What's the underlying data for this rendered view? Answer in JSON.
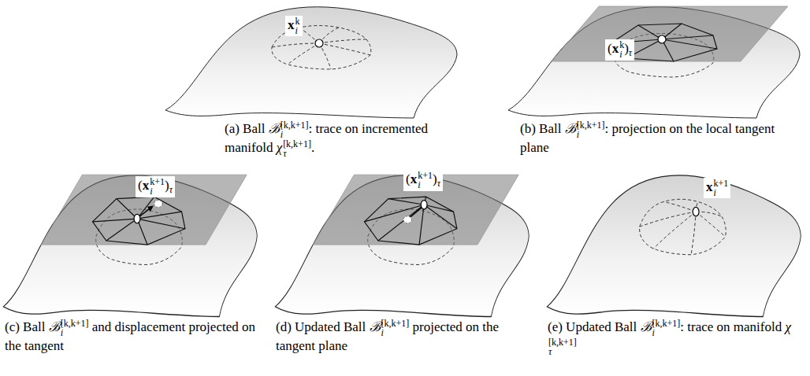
{
  "diagram": {
    "labels": [
      "x",
      "i",
      "k",
      "(a) Ball ",
      "ℬ",
      "i",
      "[k,k+1]",
      ": trace on incremented manifold ",
      "χ",
      "τ",
      "[k,k+1]",
      ".",
      "(",
      "x",
      "i",
      "k",
      ")",
      "τ",
      "(b) Ball ",
      "ℬ",
      "i",
      "[k,k+1]",
      ": projection on the local tangent plane",
      "(",
      "x",
      "i",
      "k+1",
      ")",
      "τ",
      "(c) Ball ",
      "ℬ",
      "i",
      "[k,k+1]",
      " and displacement projected on the tangent",
      "(",
      "x",
      "i",
      "k+1",
      ")",
      "τ",
      "(d) Updated Ball ",
      "ℬ",
      "i",
      "[k,k+1]",
      " projected on the tangent plane",
      "x",
      "i",
      "k+1",
      "(e) Updated Ball ",
      "ℬ",
      "i",
      "[k,k+1]",
      ": trace on manifold ",
      "χ",
      "τ",
      "[k,k+1]"
    ]
  }
}
